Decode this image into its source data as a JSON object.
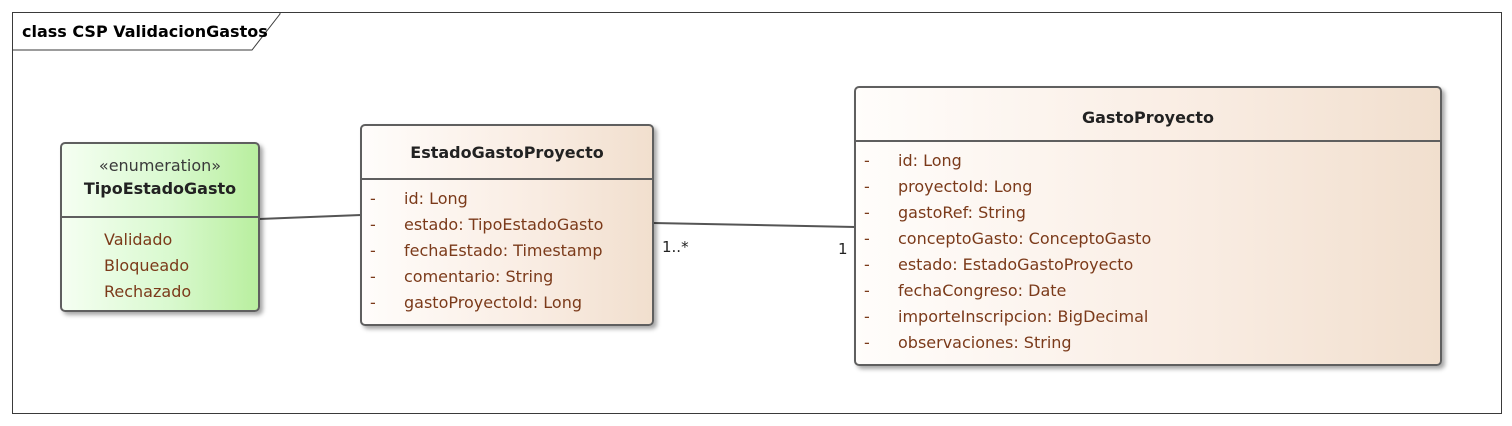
{
  "diagram": {
    "title": "class CSP ValidacionGastos"
  },
  "classes": {
    "tipo_estado_gasto": {
      "stereotype": "«enumeration»",
      "name": "TipoEstadoGasto",
      "literals": [
        "Validado",
        "Bloqueado",
        "Rechazado"
      ]
    },
    "estado_gasto_proyecto": {
      "name": "EstadoGastoProyecto",
      "attributes": [
        {
          "visibility": "-",
          "text": "id: Long"
        },
        {
          "visibility": "-",
          "text": "estado: TipoEstadoGasto"
        },
        {
          "visibility": "-",
          "text": "fechaEstado: Timestamp"
        },
        {
          "visibility": "-",
          "text": "comentario: String"
        },
        {
          "visibility": "-",
          "text": "gastoProyectoId: Long"
        }
      ]
    },
    "gasto_proyecto": {
      "name": "GastoProyecto",
      "attributes": [
        {
          "visibility": "-",
          "text": "id: Long"
        },
        {
          "visibility": "-",
          "text": "proyectoId: Long"
        },
        {
          "visibility": "-",
          "text": "gastoRef: String"
        },
        {
          "visibility": "-",
          "text": "conceptoGasto: ConceptoGasto"
        },
        {
          "visibility": "-",
          "text": "estado: EstadoGastoProyecto"
        },
        {
          "visibility": "-",
          "text": "fechaCongreso: Date"
        },
        {
          "visibility": "-",
          "text": "importeInscripcion: BigDecimal"
        },
        {
          "visibility": "-",
          "text": "observaciones: String"
        }
      ]
    }
  },
  "associations": {
    "estado_to_gasto": {
      "source_multiplicity": "1..*",
      "target_multiplicity": "1"
    }
  },
  "colors": {
    "frame_border": "#3a3a3a",
    "class_border": "#5f5f5f",
    "attribute_text": "#7b3a1a",
    "class_fill": "#f9ece2",
    "enum_fill": "#d9f9cf"
  }
}
